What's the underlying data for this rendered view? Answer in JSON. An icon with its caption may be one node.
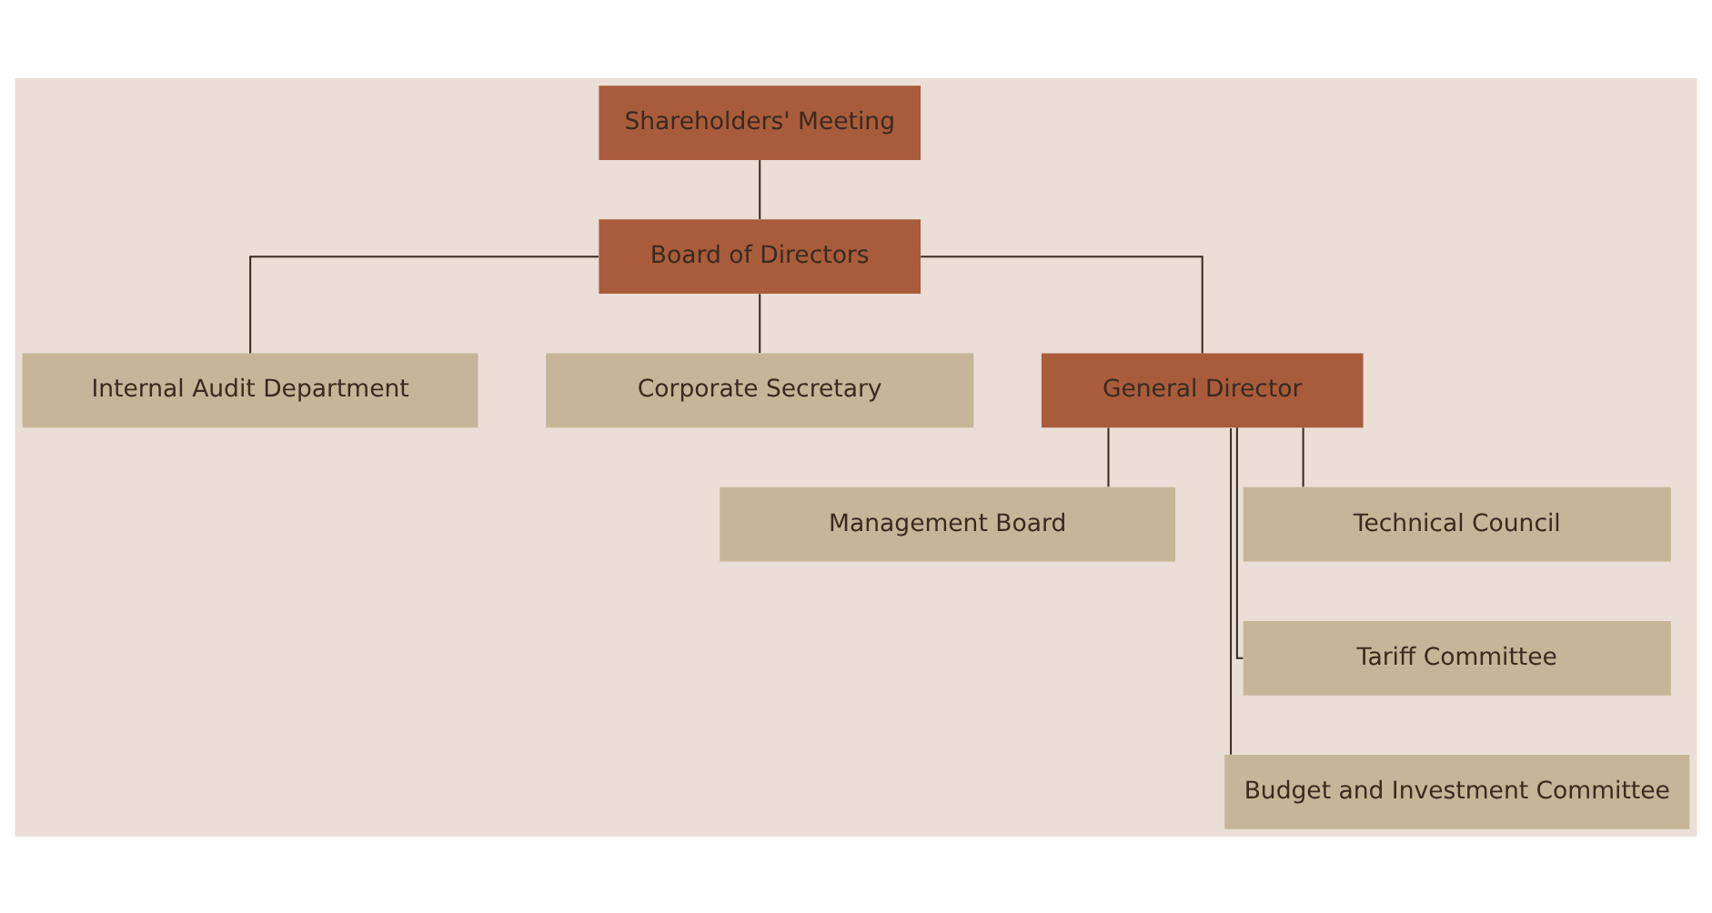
{
  "diagram": {
    "nodes": [
      {
        "text": [
          "Shareholders' Meeting"
        ]
      },
      {
        "text": [
          "Board of Directors"
        ]
      },
      {
        "text": [
          "Internal Audit Department"
        ]
      },
      {
        "text": [
          "Corporate Secretary"
        ]
      },
      {
        "text": [
          "General Director"
        ]
      },
      {
        "text": [
          "Management Board"
        ]
      },
      {
        "text": [
          "Technical Council"
        ]
      },
      {
        "text": [
          "Tariff Committee"
        ]
      },
      {
        "text": [
          "Budget and Investment Committee"
        ]
      }
    ],
    "edges": [
      {
        "from": 0,
        "to": 1,
        "arrow": "none"
      },
      {
        "from": 1,
        "to": 2,
        "arrow": "none"
      },
      {
        "from": 1,
        "to": 3,
        "arrow": "none"
      },
      {
        "from": 1,
        "to": 4,
        "arrow": "none"
      },
      {
        "from": 4,
        "to": 5,
        "arrow": "none"
      },
      {
        "from": 4,
        "to": 6,
        "arrow": "none"
      },
      {
        "from": 4,
        "to": 7,
        "arrow": "none"
      },
      {
        "from": 4,
        "to": 8,
        "arrow": "none"
      }
    ]
  }
}
